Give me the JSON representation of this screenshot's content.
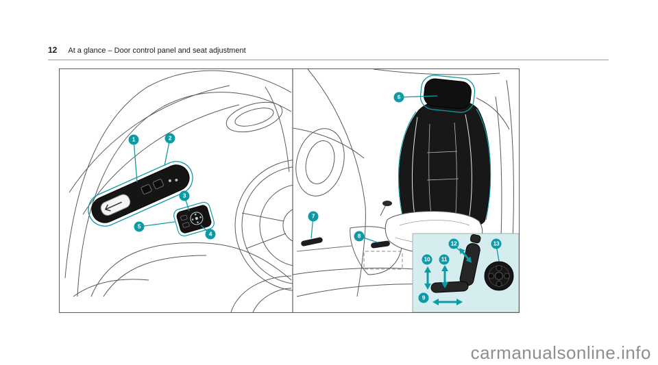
{
  "page": {
    "number": "12",
    "title": "At a glance – Door control panel and seat adjustment"
  },
  "figure": {
    "description": "door-control-panel-and-seat-adjustment-illustration",
    "accent_color": "#0D9AA6",
    "inset_background": "#D5EDEF",
    "callouts": [
      "1",
      "2",
      "3",
      "4",
      "5",
      "6",
      "7",
      "8",
      "9",
      "10",
      "11",
      "12",
      "13"
    ]
  },
  "watermark": "carmanualsonline.info"
}
